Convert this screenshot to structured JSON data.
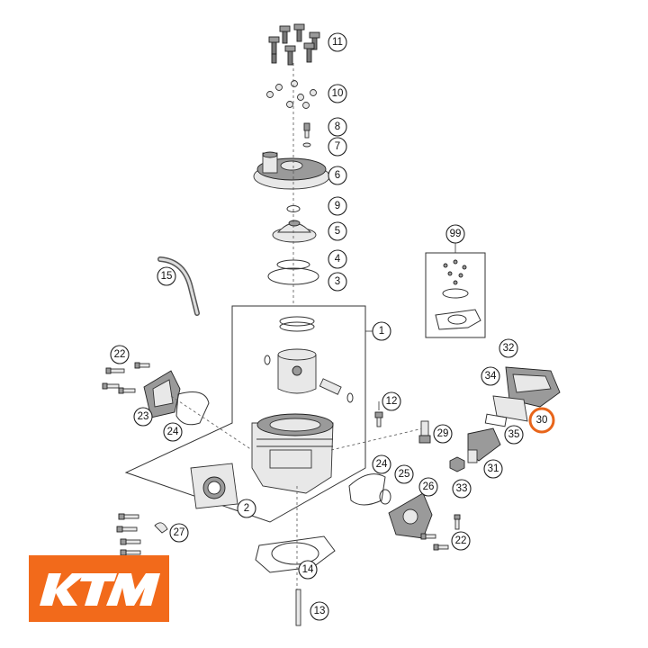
{
  "brand": {
    "logo_text": "KTM",
    "logo_color": "#f26a1b",
    "highlight_color": "#e8651a"
  },
  "callouts": {
    "c1": "1",
    "c2": "2",
    "c3": "3",
    "c4": "4",
    "c5": "5",
    "c6": "6",
    "c7": "7",
    "c8": "8",
    "c9": "9",
    "c10": "10",
    "c11": "11",
    "c12": "12",
    "c13": "13",
    "c14": "14",
    "c15": "15",
    "c22a": "22",
    "c22b": "22",
    "c23": "23",
    "c24a": "24",
    "c24b": "24",
    "c25": "25",
    "c26": "26",
    "c27": "27",
    "c29": "29",
    "c30": "30",
    "c31": "31",
    "c32": "32",
    "c33": "33",
    "c34": "34",
    "c35": "35",
    "c99": "99"
  },
  "highlighted_part": "30"
}
